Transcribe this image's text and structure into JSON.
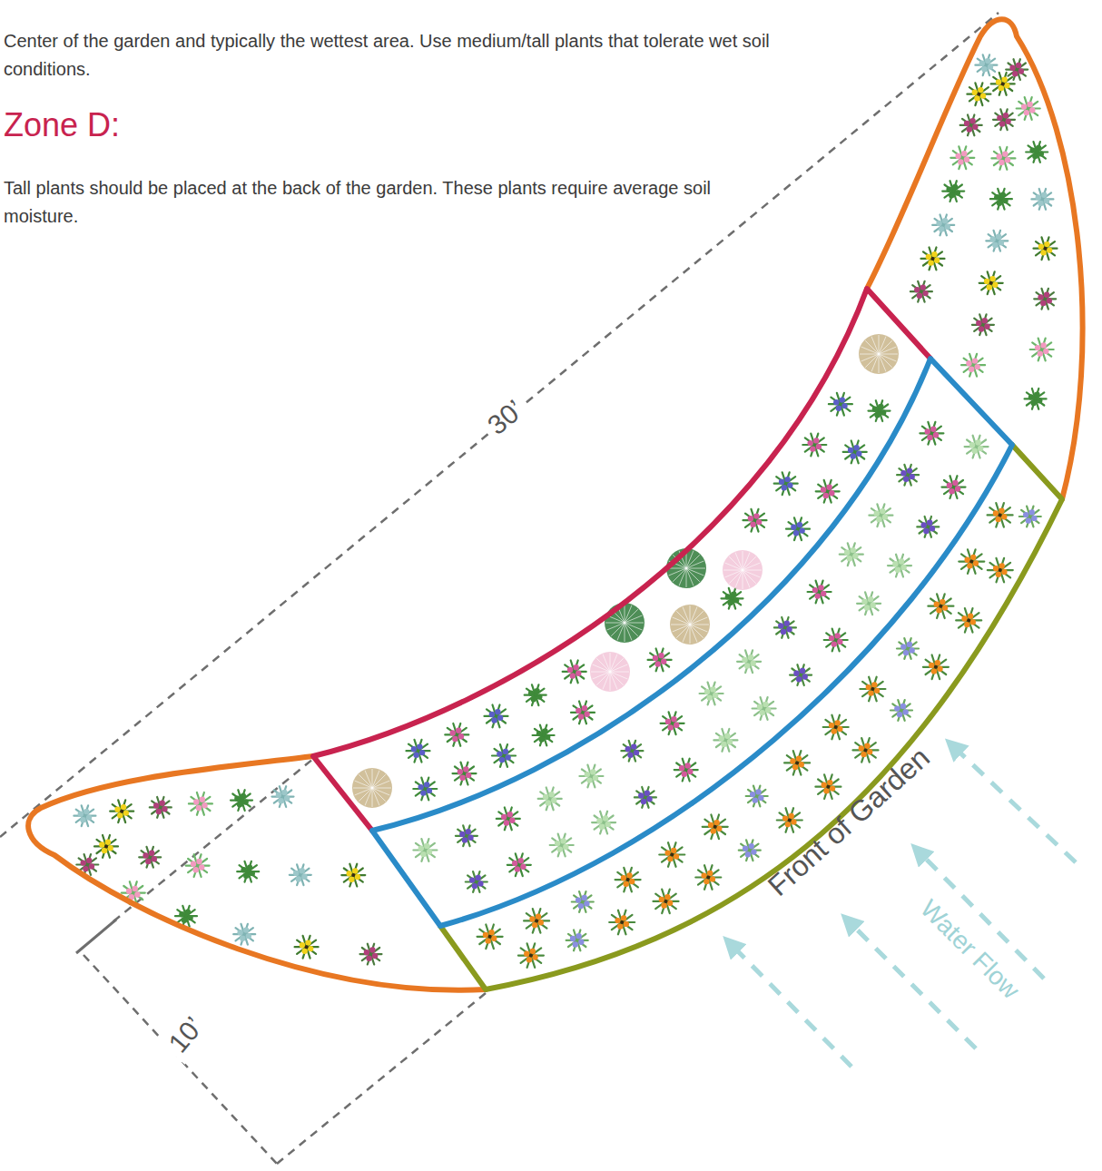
{
  "diagram": {
    "labels": [
      "Center of the garden and typically the wettest area. Use medium/tall plants that tolerate wet soil conditions.",
      "Zone D:",
      "Tall plants should be placed at the back of the garden. These plants require average soil moisture.",
      "30’",
      "10’",
      "Front of Garden",
      "Water Flow"
    ]
  }
}
